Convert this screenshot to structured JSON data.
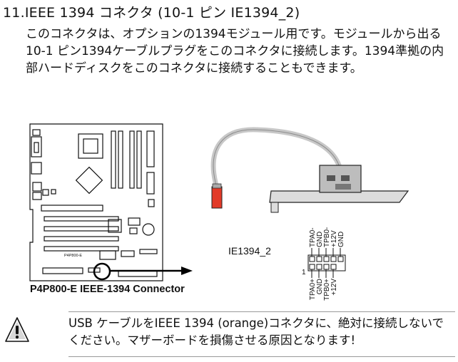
{
  "section": {
    "title": "11.IEEE 1394 コネクタ (10-1 ピン IE1394_2)",
    "body": "このコネクタは、オプションの1394モジュール用です。モジュールから出る10-1 ピン1394ケーブルプラグをこのコネクタに接続します。1394準拠の内部ハードディスクをこのコネクタに接続することもできます。"
  },
  "figure": {
    "board_label": "P4P800-E",
    "caption": "P4P800-E IEEE-1394 Connector",
    "connector_label": "IE1394_2",
    "pin1_label": "1",
    "top_pins": [
      "TPA0-",
      "GND",
      "TPB0-",
      "+12V",
      "GND"
    ],
    "bottom_pins": [
      "TPA0+",
      "GND",
      "TPB0+",
      "+12V"
    ],
    "cable_connector_color": "#e23a28"
  },
  "warning": {
    "text": "USB ケーブルをIEEE 1394 (orange)コネクタに、絶対に接続しないでください。マザーボードを損傷させる原因となります!",
    "icon": "warning-triangle-icon"
  }
}
